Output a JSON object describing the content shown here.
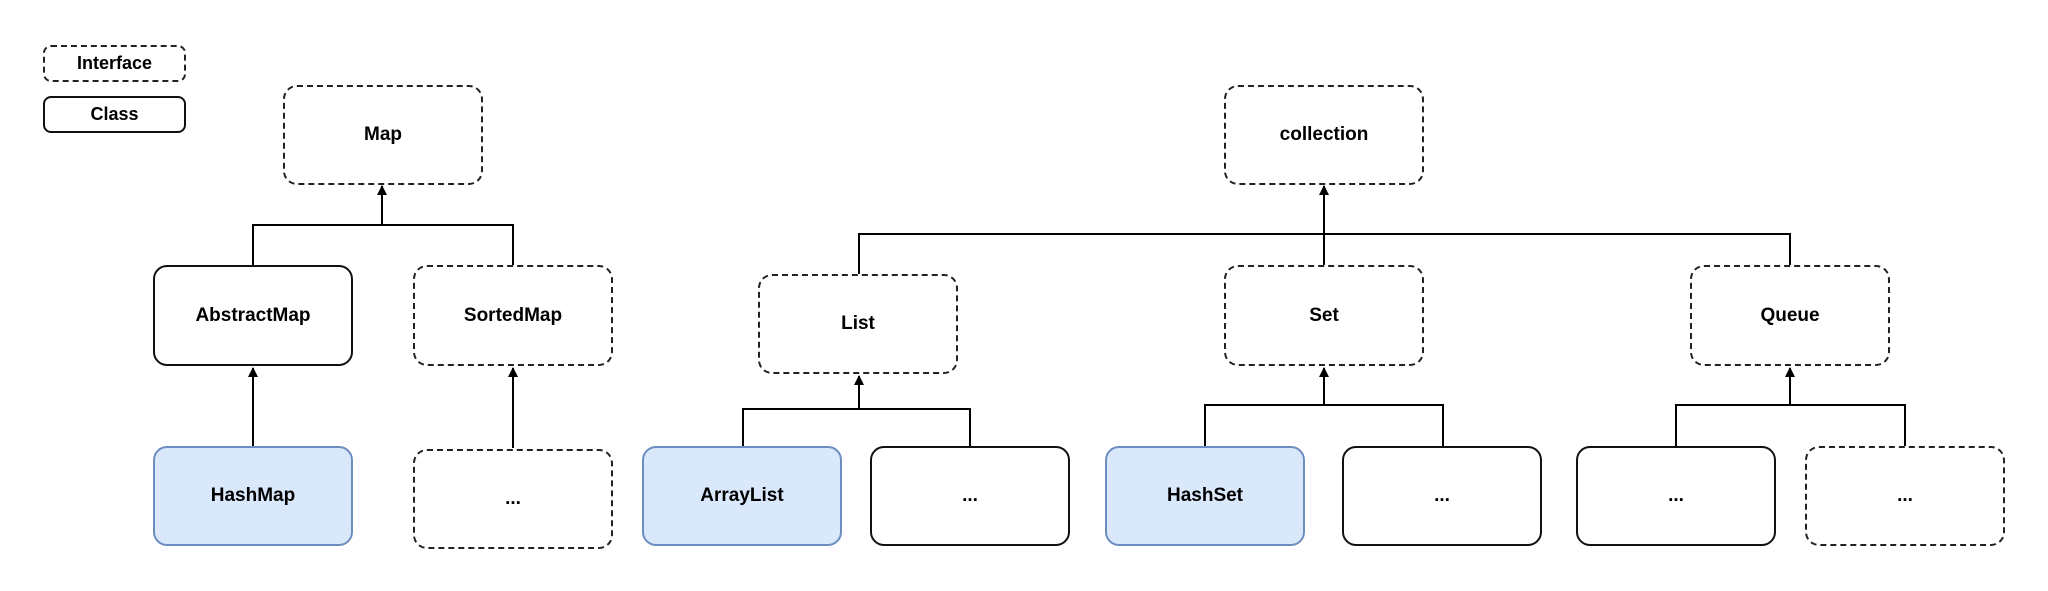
{
  "legend": {
    "interface": "Interface",
    "class": "Class"
  },
  "nodes": {
    "map": "Map",
    "abstract_map": "AbstractMap",
    "sorted_map": "SortedMap",
    "hash_map": "HashMap",
    "sorted_map_more": "...",
    "collection": "collection",
    "list": "List",
    "set": "Set",
    "queue": "Queue",
    "array_list": "ArrayList",
    "list_more": "...",
    "hash_set": "HashSet",
    "set_more": "...",
    "queue_more_1": "...",
    "queue_more_2": "..."
  },
  "colors": {
    "highlight_fill": "#dae8fc",
    "highlight_border": "#6c8ebf",
    "line": "#000000"
  }
}
